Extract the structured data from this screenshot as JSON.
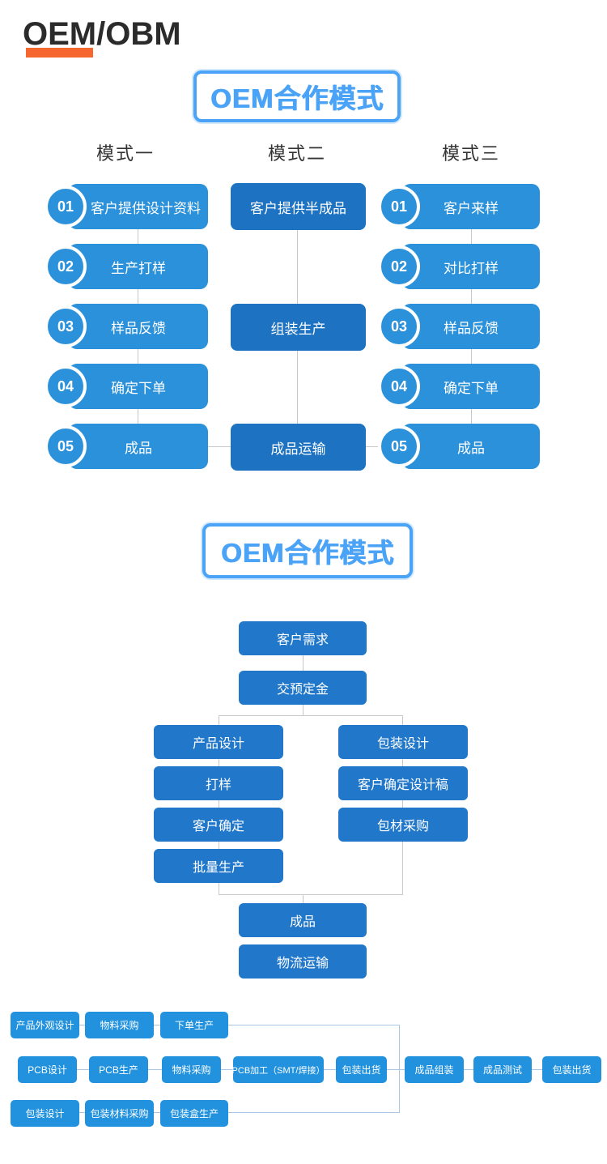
{
  "page": {
    "title": "OEM/OBM"
  },
  "colors": {
    "bar": "#2b91da",
    "dark": "#1d72c2",
    "mid": "#2177c9",
    "small": "#2292de",
    "accent_orange": "#f6672f",
    "banner_blue": "#4aa3f6",
    "line_gray": "#c9c9c9",
    "line_blue": "#a9c6e2"
  },
  "section_oem": {
    "banner": "OEM合作模式",
    "modes": [
      {
        "header": "模式一",
        "steps": [
          {
            "num": "01",
            "label": "客户提供设计资料"
          },
          {
            "num": "02",
            "label": "生产打样"
          },
          {
            "num": "03",
            "label": "样品反馈"
          },
          {
            "num": "04",
            "label": "确定下单"
          },
          {
            "num": "05",
            "label": "成品"
          }
        ]
      },
      {
        "header": "模式二",
        "boxes": [
          "客户提供半成品",
          "组装生产",
          "成品运输"
        ]
      },
      {
        "header": "模式三",
        "steps": [
          {
            "num": "01",
            "label": "客户来样"
          },
          {
            "num": "02",
            "label": "对比打样"
          },
          {
            "num": "03",
            "label": "样品反馈"
          },
          {
            "num": "04",
            "label": "确定下单"
          },
          {
            "num": "05",
            "label": "成品"
          }
        ]
      }
    ]
  },
  "section_flow": {
    "banner": "OEM合作模式",
    "top": [
      "客户需求",
      "交预定金"
    ],
    "left_branch": [
      "产品设计",
      "打样",
      "客户确定",
      "批量生产"
    ],
    "right_branch": [
      "包装设计",
      "客户确定设计稿",
      "包材采购"
    ],
    "bottom": [
      "成品",
      "物流运输"
    ]
  },
  "section_detail": {
    "row1": [
      "产品外观设计",
      "物料采购",
      "下单生产"
    ],
    "row2": [
      "PCB设计",
      "PCB生产",
      "物料采购",
      "PCB加工（SMT/焊接）",
      "包装出货",
      "成品组装",
      "成品测试",
      "包装出货"
    ],
    "row3": [
      "包装设计",
      "包装材料采购",
      "包装盒生产"
    ]
  }
}
